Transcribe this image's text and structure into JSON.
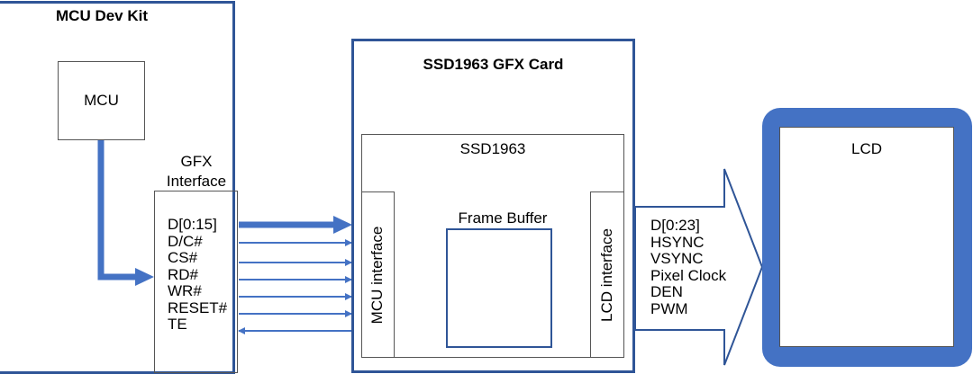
{
  "mcu_kit": {
    "title": "MCU Dev Kit",
    "mcu_label": "MCU",
    "gfx_interface": [
      "GFX",
      "Interface"
    ]
  },
  "gfx_signals": [
    "D[0:15]",
    "D/C#",
    "CS#",
    "RD#",
    "WR#",
    "RESET#",
    "TE"
  ],
  "gfx_card": {
    "title": "SSD1963 GFX Card",
    "chip": "SSD1963",
    "mcu_interface": "MCU interface",
    "lcd_interface": "LCD interface",
    "frame_buffer": "Frame Buffer"
  },
  "lcd_signals": [
    "D[0:23]",
    "HSYNC",
    "VSYNC",
    "Pixel Clock",
    "DEN",
    "PWM"
  ],
  "lcd": {
    "label": "LCD"
  },
  "colors": {
    "accent": "#4472c4",
    "border": "#2f5597",
    "line": "#000000"
  }
}
